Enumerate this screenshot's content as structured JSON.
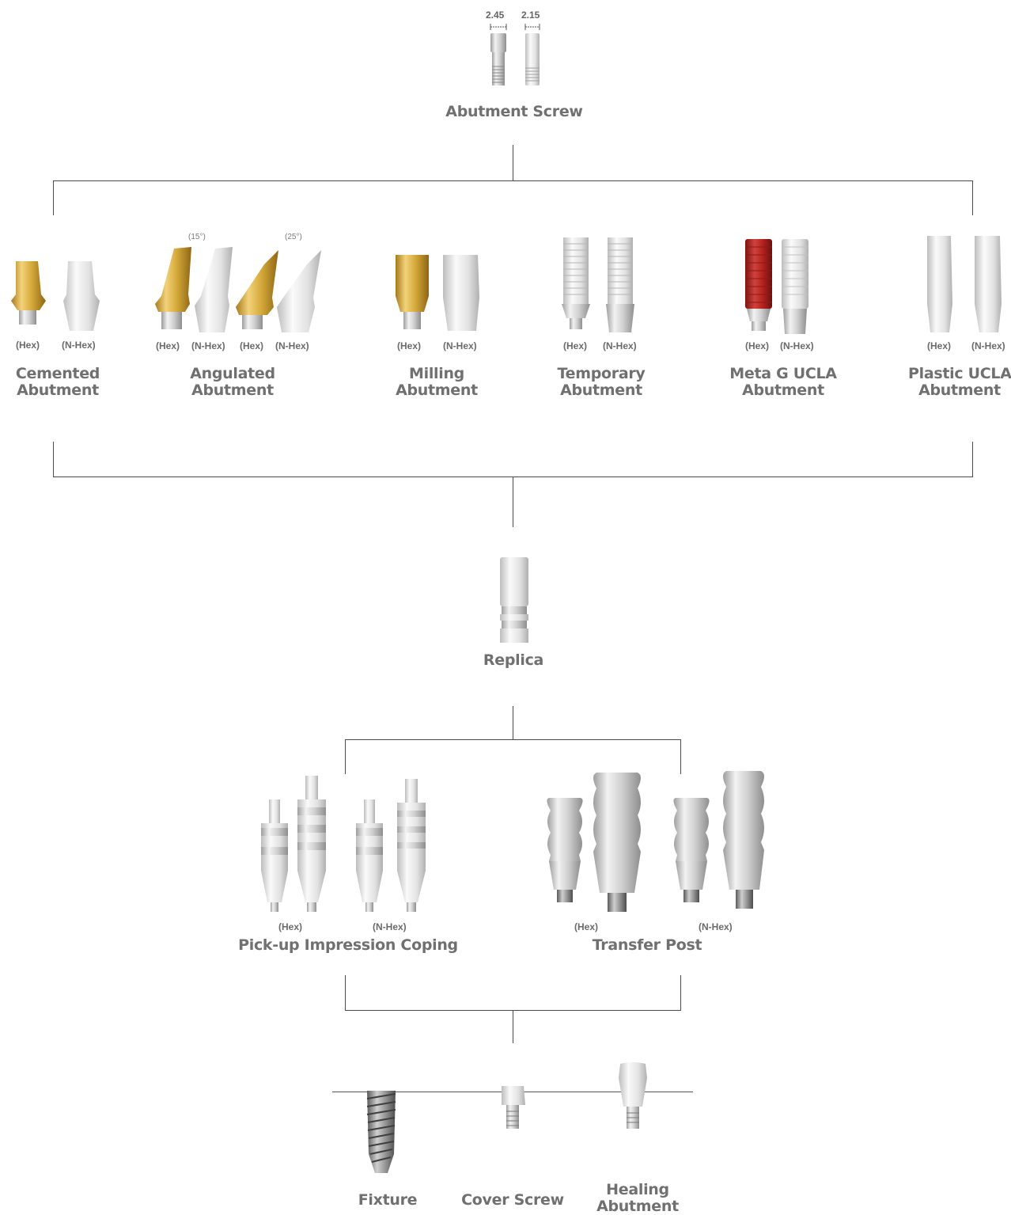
{
  "abutment_screw": {
    "label": "Abutment Screw",
    "dimensions": [
      "2.45",
      "2.15"
    ]
  },
  "abutments": [
    {
      "title_line1": "Cemented",
      "title_line2": "Abutment",
      "variants": [
        "(Hex)",
        "(N-Hex)"
      ]
    },
    {
      "title_line1": "Angulated",
      "title_line2": "Abutment",
      "variants": [
        "(Hex)",
        "(N-Hex)",
        "(Hex)",
        "(N-Hex)"
      ],
      "angles": [
        "(15°)",
        "(25°)"
      ]
    },
    {
      "title_line1": "Milling",
      "title_line2": "Abutment",
      "variants": [
        "(Hex)",
        "(N-Hex)"
      ]
    },
    {
      "title_line1": "Temporary",
      "title_line2": "Abutment",
      "variants": [
        "(Hex)",
        "(N-Hex)"
      ]
    },
    {
      "title_line1": "Meta G UCLA",
      "title_line2": "Abutment",
      "variants": [
        "(Hex)",
        "(N-Hex)"
      ]
    },
    {
      "title_line1": "Plastic UCLA",
      "title_line2": "Abutment",
      "variants": [
        "(Hex)",
        "(N-Hex)"
      ]
    }
  ],
  "replica": {
    "label": "Replica"
  },
  "impression": [
    {
      "title": "Pick-up Impression Coping",
      "variants": [
        "(Hex)",
        "(N-Hex)"
      ]
    },
    {
      "title": "Transfer Post",
      "variants": [
        "(Hex)",
        "(N-Hex)"
      ]
    }
  ],
  "base": [
    {
      "title_line1": "Fixture",
      "title_line2": ""
    },
    {
      "title_line1": "Cover Screw",
      "title_line2": ""
    },
    {
      "title_line1": "Healing",
      "title_line2": "Abutment"
    }
  ],
  "colors": {
    "gold": "#d4a93a",
    "silver": "#d9d9d9",
    "red": "#b3221f",
    "line": "#4a4a4a",
    "text": "#707070"
  }
}
